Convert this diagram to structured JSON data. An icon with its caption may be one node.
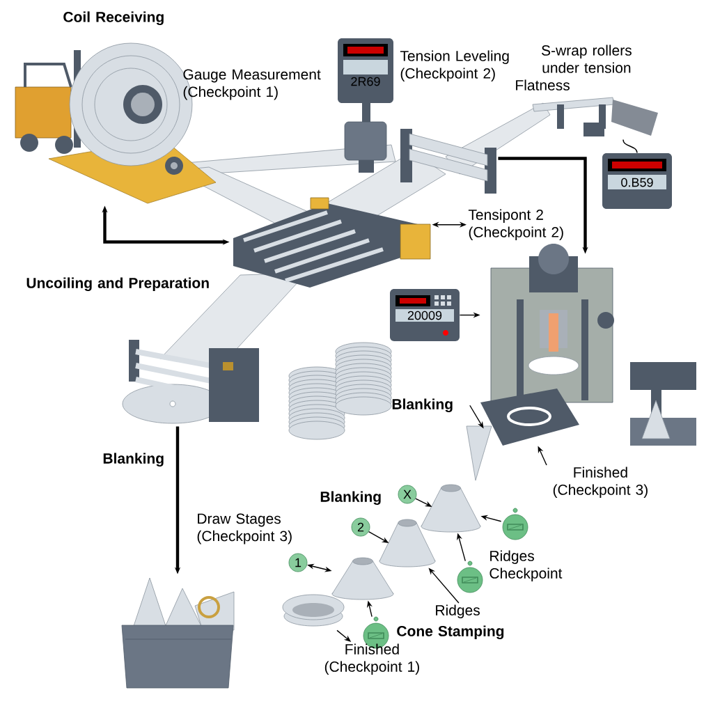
{
  "diagram": {
    "nodes": [
      {
        "text": [],
        "shape": "picture"
      },
      {
        "text": [],
        "shape": "picture"
      },
      {
        "text": [],
        "shape": "picture"
      },
      {
        "text": [
          "Tensipont 2 (Checkpoint 2)"
        ]
      },
      {
        "text": [],
        "shape": "picture"
      },
      {
        "text": [],
        "shape": "picture"
      },
      {
        "text": [],
        "shape": "picture"
      },
      {
        "text": [
          "Blanking"
        ]
      },
      {
        "text": [
          "Finished (Checkpoint 3)"
        ]
      },
      {
        "text": [],
        "shape": "picture"
      },
      {
        "text": [
          "X"
        ]
      },
      {
        "text": [
          "2"
        ]
      },
      {
        "text": [
          "1"
        ]
      },
      {
        "text": [],
        "shape": "picture"
      },
      {
        "text": [],
        "shape": "picture"
      },
      {
        "text": [],
        "shape": "picture"
      },
      {
        "text": [],
        "shape": "picture"
      },
      {
        "text": [],
        "shape": "picture"
      },
      {
        "text": [],
        "shape": "picture"
      },
      {
        "text": [],
        "shape": "picture"
      },
      {
        "text": [
          "Ridges"
        ]
      },
      {
        "text": [
          "Finished (Checkpoint 1)"
        ]
      },
      {
        "text": [],
        "shape": "picture"
      },
      {
        "text": [],
        "shape": "picture"
      }
    ],
    "edges": [
      {
        "from": 0,
        "to": 2,
        "arrow": "both",
        "style": "thick"
      },
      {
        "from": 1,
        "to": 5,
        "arrow": "to",
        "style": "thick"
      },
      {
        "from": 2,
        "to": 3,
        "arrow": "both"
      },
      {
        "from": 6,
        "to": 5,
        "arrow": "to"
      },
      {
        "from": 7,
        "to": 5,
        "arrow": "to"
      },
      {
        "from": 8,
        "to": 5,
        "arrow": "to"
      },
      {
        "from": 4,
        "to": 9,
        "arrow": "to",
        "style": "thick"
      },
      {
        "from": 10,
        "to": 13,
        "arrow": "to"
      },
      {
        "from": 11,
        "to": 14,
        "arrow": "to"
      },
      {
        "from": 12,
        "to": 15,
        "arrow": "both"
      },
      {
        "from": 17,
        "to": 13,
        "arrow": "to"
      },
      {
        "from": 18,
        "to": 13,
        "arrow": "to"
      },
      {
        "from": 20,
        "to": 14,
        "arrow": "to"
      },
      {
        "from": 19,
        "to": 15,
        "arrow": "to"
      },
      {
        "from": 16,
        "to": 21,
        "arrow": "to"
      },
      {
        "from": 22,
        "to": 23,
        "arrow": "none"
      }
    ],
    "labels": [
      "Coil Receiving",
      "Gauge Measurement (Checkpoint 1)",
      "2R69",
      "Tension Leveling (Checkpoint 2)",
      "S-wrap rollers under tension",
      "Flatness",
      "0.B59",
      "Uncoiling and Preparation",
      "20009",
      "Blanking",
      "Draw Stages (Checkpoint 3)",
      "Blanking",
      "Ridges Checkpoint",
      "Cone Stamping"
    ]
  }
}
